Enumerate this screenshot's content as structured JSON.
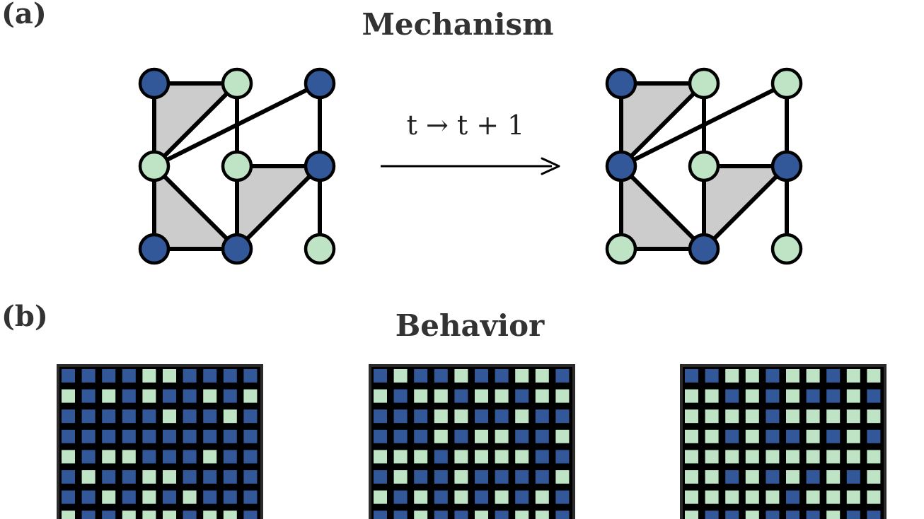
{
  "panel_a": {
    "label": "(a)",
    "title": "Mechanism",
    "transition": {
      "label": "t → t + 1"
    }
  },
  "panel_b": {
    "label": "(b)",
    "title": "Behavior"
  },
  "colors": {
    "state_blue": "#33589a",
    "state_green": "#bfe3c5",
    "triangle_fill": "#cccccc",
    "edge": "#000000",
    "grid_border": "#2b2b2b"
  },
  "graph": {
    "edges": [
      [
        0,
        1
      ],
      [
        0,
        3
      ],
      [
        1,
        3
      ],
      [
        1,
        4
      ],
      [
        2,
        3
      ],
      [
        2,
        5
      ],
      [
        3,
        6
      ],
      [
        3,
        7
      ],
      [
        4,
        5
      ],
      [
        4,
        7
      ],
      [
        5,
        7
      ],
      [
        5,
        8
      ],
      [
        6,
        7
      ]
    ],
    "triangles": [
      [
        0,
        1,
        3
      ],
      [
        3,
        6,
        7
      ],
      [
        4,
        5,
        7
      ]
    ],
    "states_before": [
      "blue",
      "green",
      "blue",
      "green",
      "green",
      "blue",
      "blue",
      "blue",
      "green"
    ],
    "states_after": [
      "blue",
      "green",
      "green",
      "blue",
      "green",
      "blue",
      "green",
      "blue",
      "green"
    ]
  },
  "grids": [
    {
      "name": "behavior-grid-1",
      "rows": [
        "BBBBGGBBBB",
        "GBGBGBBGBG",
        "BBBBBGBBGB",
        "BBBBBBBBBB",
        "GBGGBBBGBB",
        "BGBBGGBBBB",
        "BBGBGBGBBB",
        "GBBGGGBGGB"
      ]
    },
    {
      "name": "behavior-grid-2",
      "rows": [
        "BGBBGBBGGB",
        "GBGGBGGBGG",
        "BBBGGBBGBB",
        "BBBGBGGBBG",
        "GGGBGGGGBB",
        "BGBBGBBBBG",
        "GBGBGBGBGB",
        "BBGBBGBGGB"
      ]
    },
    {
      "name": "behavior-grid-3",
      "rows": [
        "BBGGBGGBGG",
        "GGBGBGBBGB",
        "GGGGBGGGGG",
        "GGBGBBGBGB",
        "GGGGGGGGGG",
        "GGBGBGBGBG",
        "GGGGGBGGGG",
        "GBBGBBBGBB"
      ]
    }
  ]
}
